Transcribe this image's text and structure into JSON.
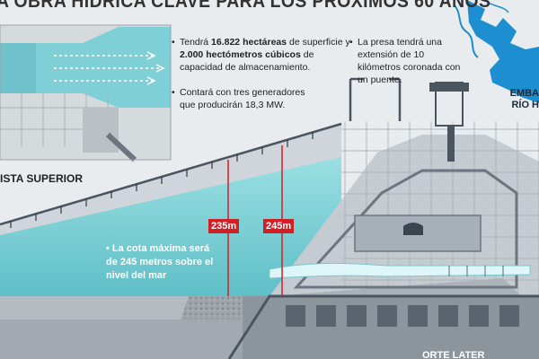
{
  "headline": "A OBRA HÍDRICA CLAVE PARA LOS PRÓXIMOS 60 AÑOS",
  "callouts": {
    "surface": {
      "prefix": "Tendrá ",
      "hectares": "16.822 hectáreas",
      "mid": " de superficie y ",
      "volume": "2.000 hectómetros cúbicos",
      "suffix": " de capacidad de almacenamiento."
    },
    "generators": "Contará con tres generadores que producirán 18,3 MW.",
    "crest": "La presa tendrá una extensión de 10 kilómetros coronada con un puente."
  },
  "labels": {
    "top_view": "ISTA SUPERIOR",
    "reservoir_line1": "EMBA",
    "reservoir_line2": "RÍO H",
    "bottom_cut": "ORTE LATER"
  },
  "levels": {
    "level_a": "235m",
    "level_b": "245m"
  },
  "water_note": "La cota máxima será de 245 metros sobre el nivel del mar",
  "colors": {
    "headline": "#333333",
    "level_tag": "#d21f26",
    "water": "#7fd3d8",
    "concrete": "#b8bfc6",
    "concrete_dark": "#6d7680",
    "map_blue": "#1d8fd0",
    "background": "#e8ecef"
  }
}
